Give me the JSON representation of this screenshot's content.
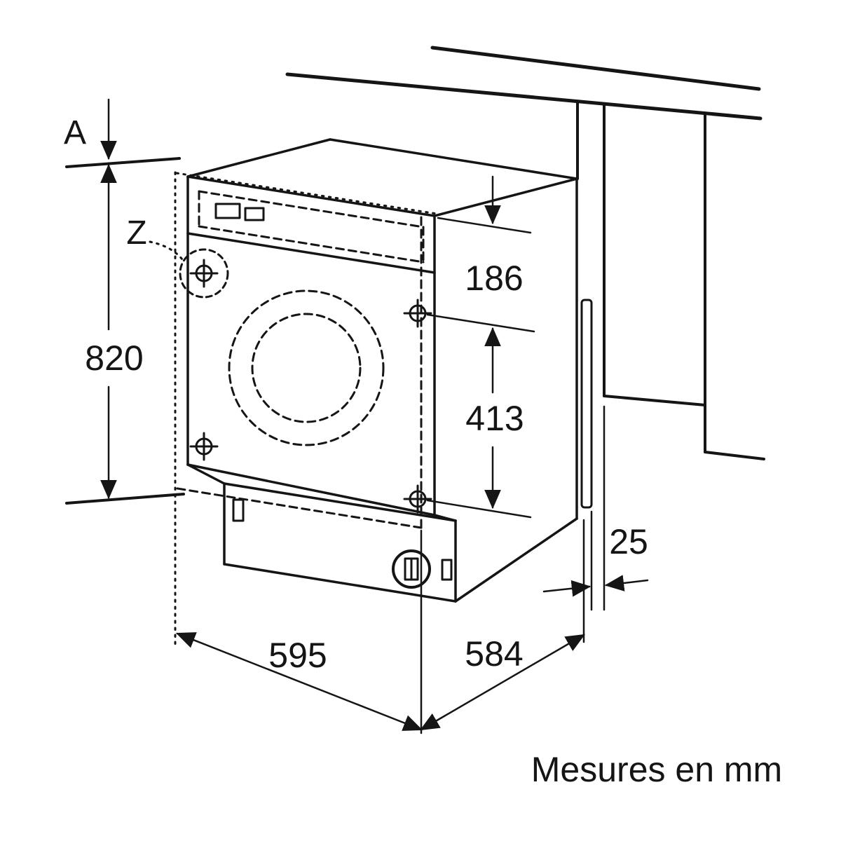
{
  "diagram": {
    "unit_note": "Mesures en mm",
    "labels": {
      "niche_clearance": "A",
      "detail_marker": "Z"
    },
    "dimensions": {
      "height": "820",
      "control_panel_height": "186",
      "fixing_distance": "413",
      "rear_gap": "25",
      "width": "595",
      "depth": "584"
    }
  }
}
